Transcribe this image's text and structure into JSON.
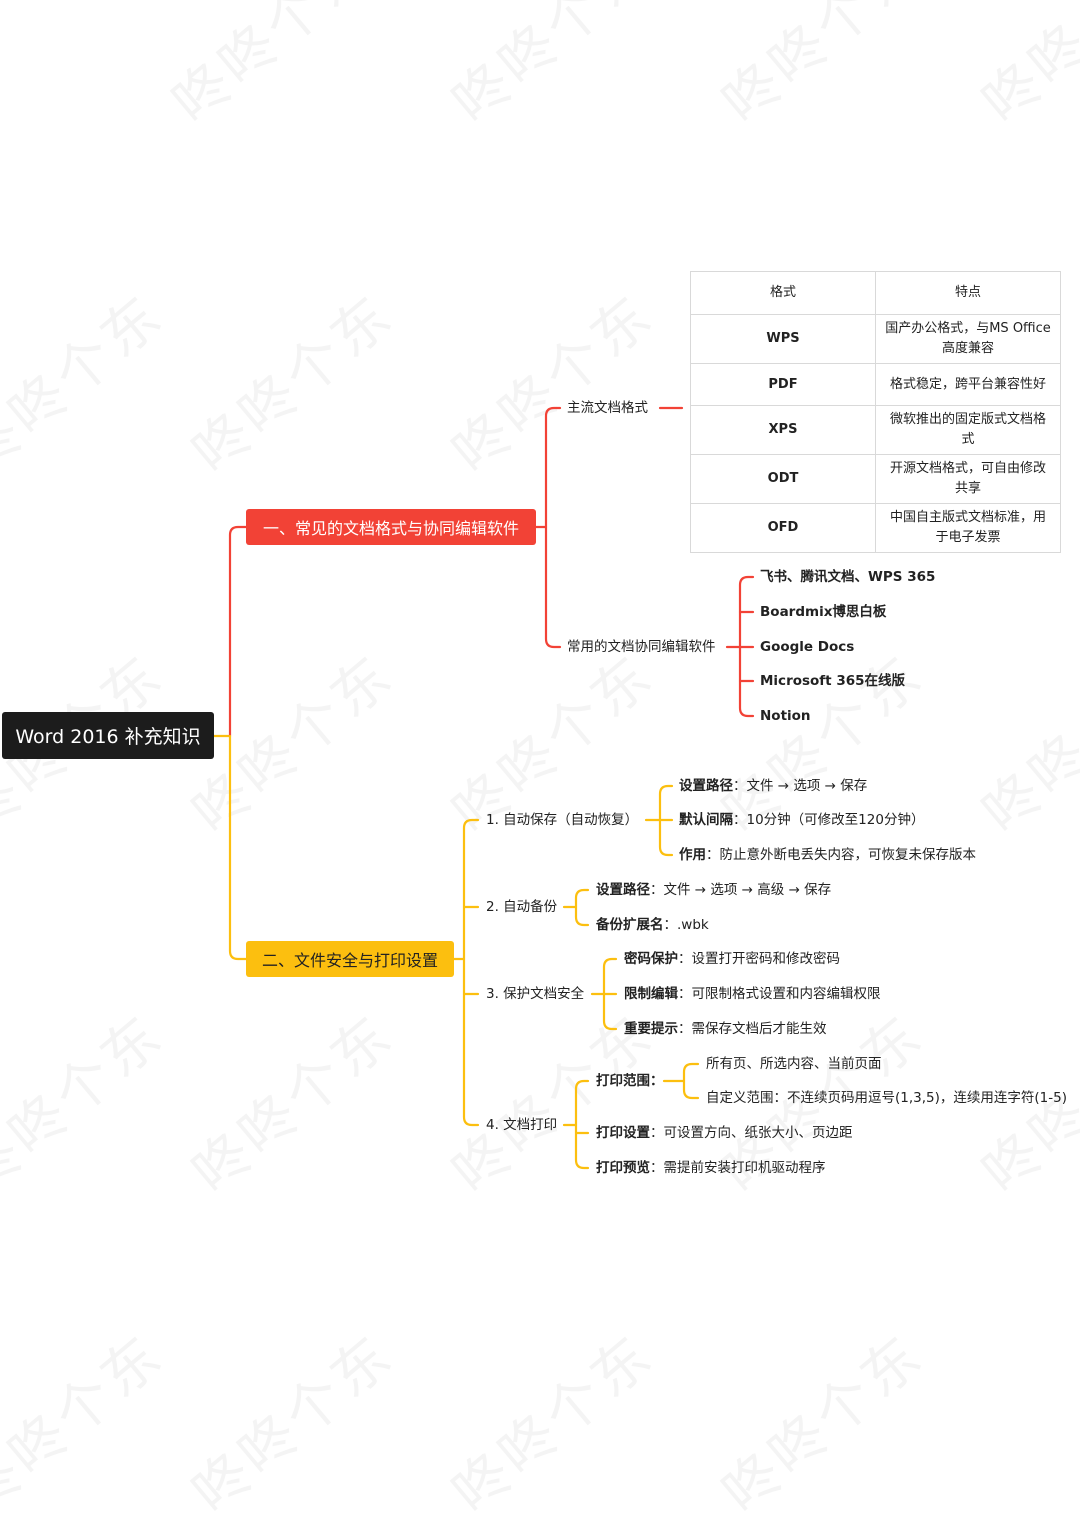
{
  "root": {
    "title": "Word 2016 补充知识"
  },
  "watermark": {
    "text": "咚咚个东"
  },
  "colors": {
    "branch1": "#f24236",
    "branch2": "#fcbf0f",
    "root": "#1c1c1c"
  },
  "branch1": {
    "title": "一、常见的文档格式与协同编辑软件",
    "formats": {
      "label": "主流文档格式",
      "table": {
        "headers": [
          "格式",
          "特点"
        ],
        "rows": [
          {
            "format": "WPS",
            "feature": "国产办公格式，与MS Office高度兼容"
          },
          {
            "format": "PDF",
            "feature": "格式稳定，跨平台兼容性好"
          },
          {
            "format": "XPS",
            "feature": "微软推出的固定版式文档格式"
          },
          {
            "format": "ODT",
            "feature": "开源文档格式，可自由修改共享"
          },
          {
            "format": "OFD",
            "feature": "中国自主版式文档标准，用于电子发票"
          }
        ]
      }
    },
    "software": {
      "label": "常用的文档协同编辑软件",
      "items": [
        "飞书、腾讯文档、WPS 365",
        "Boardmix博思白板",
        "Google Docs",
        "Microsoft 365在线版",
        "Notion"
      ]
    }
  },
  "branch2": {
    "title": "二、文件安全与打印设置",
    "sections": [
      {
        "label": "1. 自动保存（自动恢复）",
        "items": [
          {
            "key": "设置路径",
            "value": "：文件 → 选项 → 保存"
          },
          {
            "key": "默认间隔",
            "value": "：10分钟（可修改至120分钟）"
          },
          {
            "key": "作用",
            "value": "：防止意外断电丢失内容，可恢复未保存版本"
          }
        ]
      },
      {
        "label": "2. 自动备份",
        "items": [
          {
            "key": "设置路径",
            "value": "：文件 → 选项 → 高级 → 保存"
          },
          {
            "key": "备份扩展名",
            "value": "：.wbk"
          }
        ]
      },
      {
        "label": "3. 保护文档安全",
        "items": [
          {
            "key": "密码保护",
            "value": "：设置打开密码和修改密码"
          },
          {
            "key": "限制编辑",
            "value": "：可限制格式设置和内容编辑权限"
          },
          {
            "key": "重要提示",
            "value": "：需保存文档后才能生效"
          }
        ]
      },
      {
        "label": "4. 文档打印",
        "items": [
          {
            "key": "打印范围：",
            "value": "",
            "sub": [
              "所有页、所选内容、当前页面",
              "自定义范围：不连续页码用逗号(1,3,5)，连续用连字符(1-5)"
            ]
          },
          {
            "key": "打印设置",
            "value": "：可设置方向、纸张大小、页边距"
          },
          {
            "key": "打印预览",
            "value": "：需提前安装打印机驱动程序"
          }
        ]
      }
    ]
  }
}
